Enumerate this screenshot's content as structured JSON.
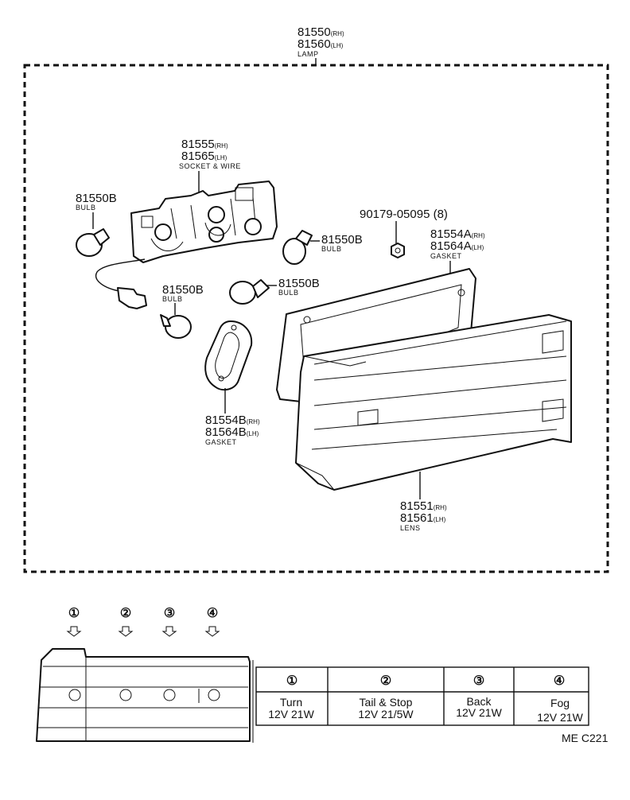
{
  "lamp": {
    "pn_rh": "81550",
    "rh": "(RH)",
    "pn_lh": "81560",
    "lh": "(LH)",
    "name": "LAMP"
  },
  "socket": {
    "pn_rh": "81555",
    "rh": "(RH)",
    "pn_lh": "81565",
    "lh": "(LH)",
    "name": "SOCKET & WIRE"
  },
  "bulb_left": {
    "pn": "81550B",
    "name": "BULB"
  },
  "bulb_right": {
    "pn": "81550B",
    "name": "BULB"
  },
  "bulb_mid": {
    "pn": "81550B",
    "name": "BULB"
  },
  "bulb_center": {
    "pn": "81550B",
    "name": "BULB"
  },
  "nut": {
    "pn": "90179-05095",
    "qty": "(8)"
  },
  "gasket_a": {
    "pn_rh": "81554A",
    "rh": "(RH)",
    "pn_lh": "81564A",
    "lh": "(LH)",
    "name": "GASKET"
  },
  "gasket_b": {
    "pn_rh": "81554B",
    "rh": "(RH)",
    "pn_lh": "81564B",
    "lh": "(LH)",
    "name": "GASKET"
  },
  "lens": {
    "pn_rh": "81551",
    "rh": "(RH)",
    "pn_lh": "81561",
    "lh": "(LH)",
    "name": "LENS"
  },
  "positions": [
    "①",
    "②",
    "③",
    "④"
  ],
  "table": [
    {
      "num": "①",
      "use": "Turn",
      "spec": "12V 21W"
    },
    {
      "num": "②",
      "use": "Tail & Stop",
      "spec": "12V 21/5W"
    },
    {
      "num": "③",
      "use": "Back",
      "spec": "12V 21W"
    },
    {
      "num": "④",
      "use": "Fog",
      "spec": "12V 21W"
    }
  ],
  "code": "ME C221"
}
